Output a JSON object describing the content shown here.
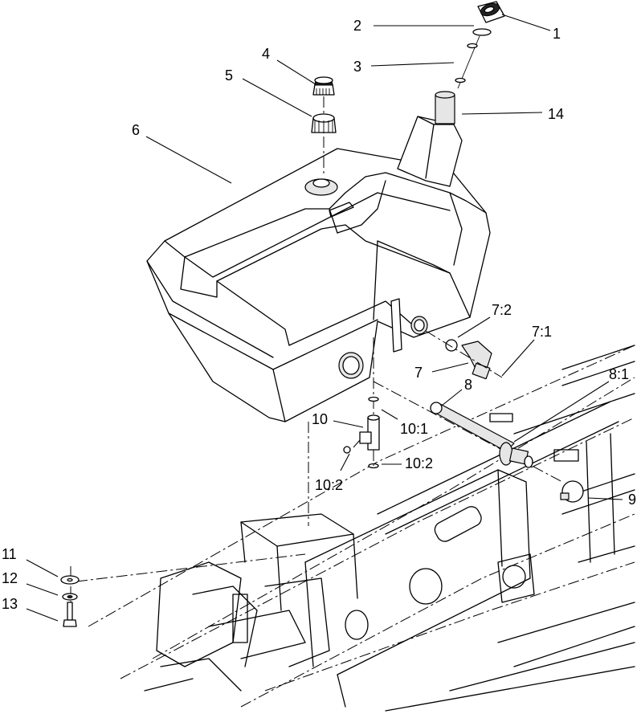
{
  "callouts": [
    {
      "id": "1",
      "label": "1"
    },
    {
      "id": "2",
      "label": "2"
    },
    {
      "id": "3",
      "label": "3"
    },
    {
      "id": "4",
      "label": "4"
    },
    {
      "id": "5",
      "label": "5"
    },
    {
      "id": "6",
      "label": "6"
    },
    {
      "id": "14",
      "label": "14"
    },
    {
      "id": "7-2",
      "label": "7:2"
    },
    {
      "id": "7-1",
      "label": "7:1"
    },
    {
      "id": "7",
      "label": "7"
    },
    {
      "id": "8",
      "label": "8"
    },
    {
      "id": "8-1",
      "label": "8:1"
    },
    {
      "id": "10",
      "label": "10"
    },
    {
      "id": "10-1",
      "label": "10:1"
    },
    {
      "id": "10-2a",
      "label": "10:2"
    },
    {
      "id": "10-2b",
      "label": "10:2"
    },
    {
      "id": "9",
      "label": "9"
    },
    {
      "id": "11",
      "label": "11"
    },
    {
      "id": "12",
      "label": "12"
    },
    {
      "id": "13",
      "label": "13"
    }
  ]
}
